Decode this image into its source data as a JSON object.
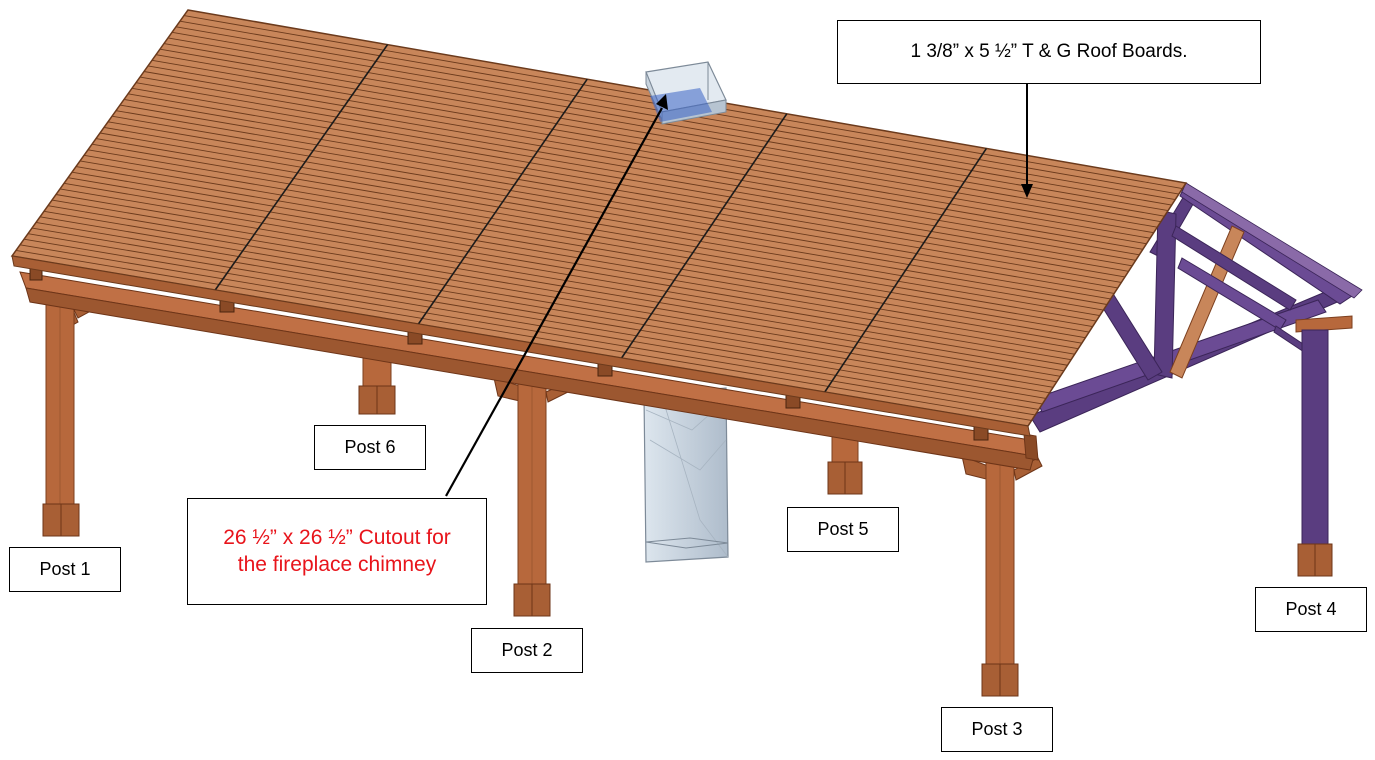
{
  "labels": {
    "roof_boards": "1 3/8” x 5 ½” T & G Roof Boards.",
    "cutout": "26 ½” x 26 ½” Cutout for the fireplace chimney",
    "post1": "Post 1",
    "post2": "Post 2",
    "post3": "Post 3",
    "post4": "Post 4",
    "post5": "Post 5",
    "post6": "Post 6"
  },
  "colors": {
    "roof_wood": "#c8865a",
    "roof_line": "#6b3a1c",
    "roof_seam": "#1b1b1b",
    "beam_wood": "#b7683c",
    "beam_shadow": "#7c3f1e",
    "truss_purple": "#5a3d80",
    "truss_dark": "#3b2558",
    "chimney": "#c9d4de",
    "chimney_edge": "#7d8a98",
    "annotation_red": "#e8141b"
  }
}
